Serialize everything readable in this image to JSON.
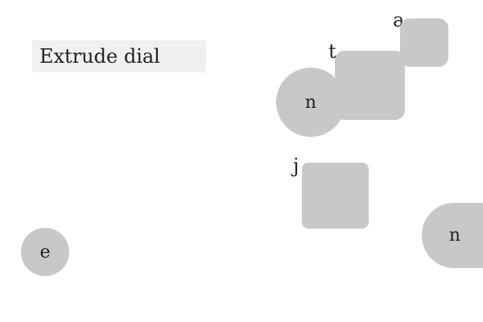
{
  "label": {
    "text": "Extrude dial"
  },
  "shapes": {
    "square_a": {
      "label": "a"
    },
    "square_t": {
      "label": "t"
    },
    "circle_n_top": {
      "label": "n"
    },
    "square_j": {
      "label": "j"
    },
    "circle_n_right": {
      "label": "n"
    },
    "circle_e": {
      "label": "e"
    }
  },
  "colors": {
    "shape_fill": "#c8c8c8",
    "label_background": "#f0f0f0",
    "text": "#222222"
  }
}
